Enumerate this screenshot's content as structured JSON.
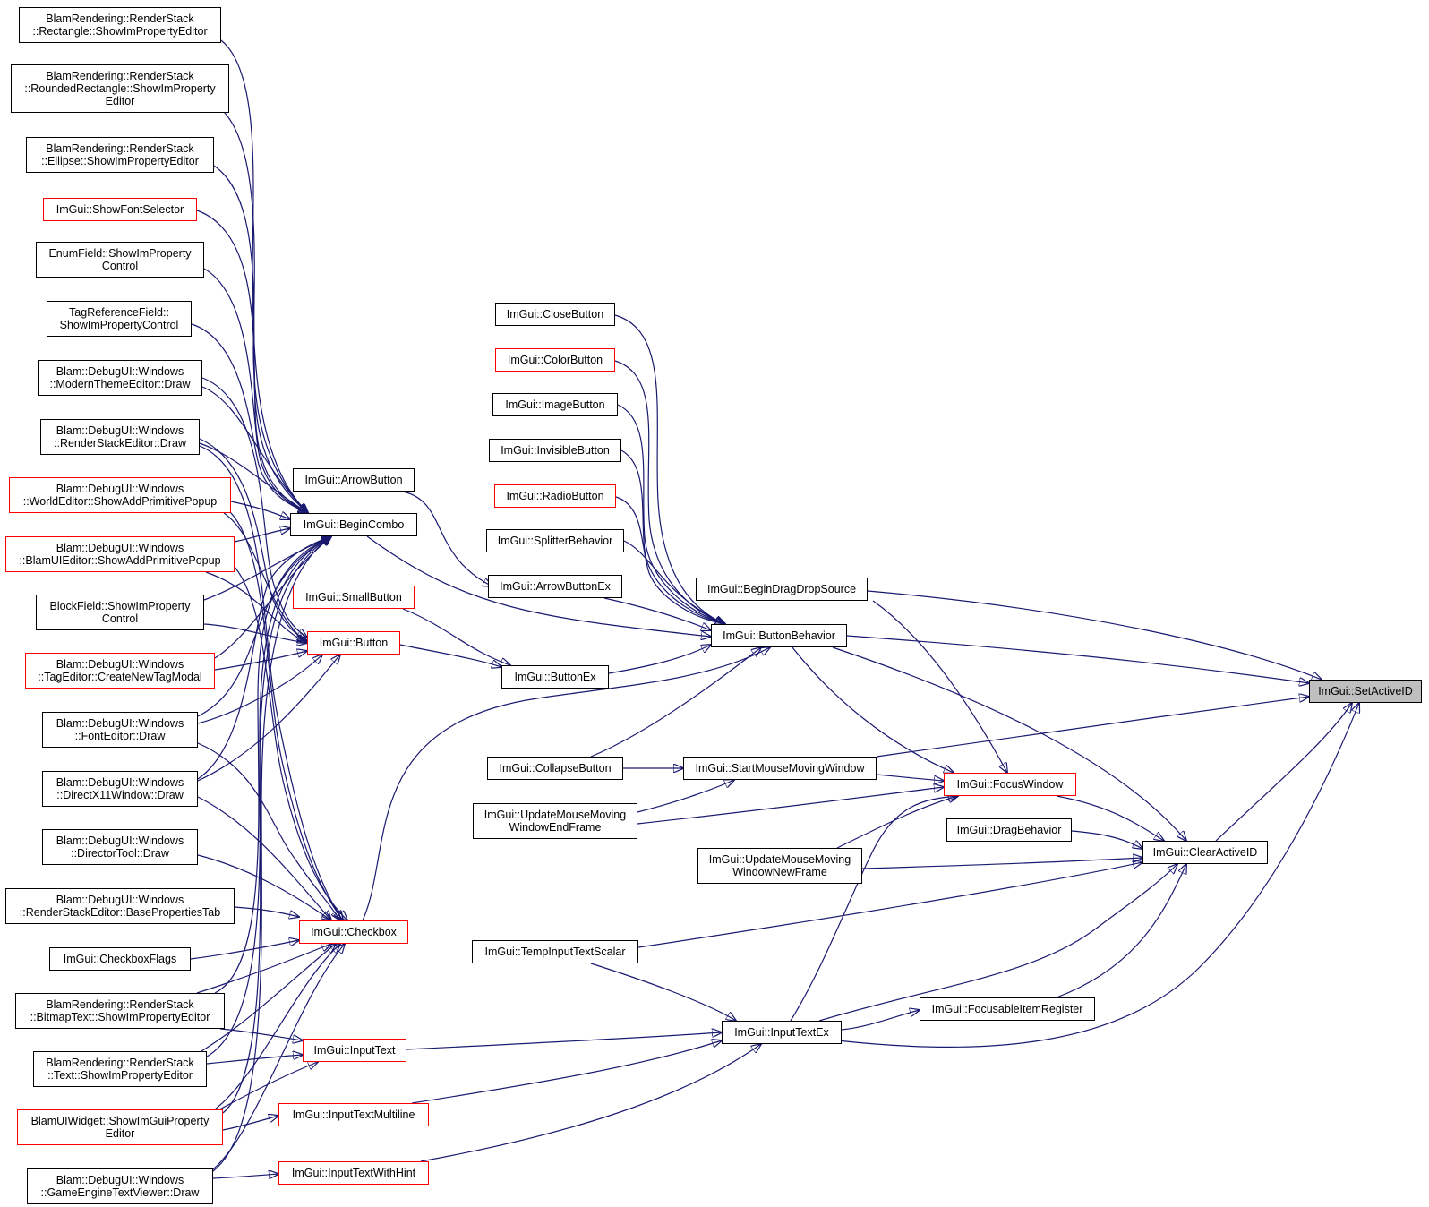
{
  "diagram": {
    "colors": {
      "edge": "#191970",
      "border_normal": "#000000",
      "border_truncated": "#ff0000",
      "root_fill": "#bfbfbf"
    },
    "nodes": {
      "set_active_id": {
        "label": "ImGui::SetActiveID",
        "style": "root"
      },
      "clear_active_id": {
        "label": "ImGui::ClearActiveID",
        "style": "normal"
      },
      "focusable_item_register": {
        "label": "ImGui::FocusableItemRegister",
        "style": "normal"
      },
      "input_text_ex": {
        "label": "ImGui::InputTextEx",
        "style": "normal"
      },
      "focus_window": {
        "label": "ImGui::FocusWindow",
        "style": "red"
      },
      "drag_behavior": {
        "label": "ImGui::DragBehavior",
        "style": "normal"
      },
      "temp_input_text_scalar": {
        "label": "ImGui::TempInputTextScalar",
        "style": "normal"
      },
      "update_mouse_moving_window_new_frame": {
        "label": "ImGui::UpdateMouseMoving\nWindowNewFrame",
        "style": "normal"
      },
      "update_mouse_moving_window_end_frame": {
        "label": "ImGui::UpdateMouseMoving\nWindowEndFrame",
        "style": "normal"
      },
      "start_mouse_moving_window": {
        "label": "ImGui::StartMouseMovingWindow",
        "style": "normal"
      },
      "collapse_button": {
        "label": "ImGui::CollapseButton",
        "style": "normal"
      },
      "button_behavior": {
        "label": "ImGui::ButtonBehavior",
        "style": "normal"
      },
      "begin_drag_drop_source": {
        "label": "ImGui::BeginDragDropSource",
        "style": "normal"
      },
      "close_button": {
        "label": "ImGui::CloseButton",
        "style": "normal"
      },
      "color_button": {
        "label": "ImGui::ColorButton",
        "style": "red"
      },
      "image_button": {
        "label": "ImGui::ImageButton",
        "style": "normal"
      },
      "invisible_button": {
        "label": "ImGui::InvisibleButton",
        "style": "normal"
      },
      "radio_button": {
        "label": "ImGui::RadioButton",
        "style": "red"
      },
      "splitter_behavior": {
        "label": "ImGui::SplitterBehavior",
        "style": "normal"
      },
      "arrow_button_ex": {
        "label": "ImGui::ArrowButtonEx",
        "style": "normal"
      },
      "arrow_button": {
        "label": "ImGui::ArrowButton",
        "style": "normal"
      },
      "button_ex": {
        "label": "ImGui::ButtonEx",
        "style": "normal"
      },
      "small_button": {
        "label": "ImGui::SmallButton",
        "style": "red"
      },
      "button": {
        "label": "ImGui::Button",
        "style": "red"
      },
      "begin_combo": {
        "label": "ImGui::BeginCombo",
        "style": "normal"
      },
      "checkbox": {
        "label": "ImGui::Checkbox",
        "style": "red"
      },
      "input_text": {
        "label": "ImGui::InputText",
        "style": "red"
      },
      "input_text_multiline": {
        "label": "ImGui::InputTextMultiline",
        "style": "red"
      },
      "input_text_with_hint": {
        "label": "ImGui::InputTextWithHint",
        "style": "red"
      },
      "rs_rectangle": {
        "label": "BlamRendering::RenderStack\n::Rectangle::ShowImPropertyEditor",
        "style": "normal"
      },
      "rs_rounded_rectangle": {
        "label": "BlamRendering::RenderStack\n::RoundedRectangle::ShowImProperty\nEditor",
        "style": "normal"
      },
      "rs_ellipse": {
        "label": "BlamRendering::RenderStack\n::Ellipse::ShowImPropertyEditor",
        "style": "normal"
      },
      "show_font_selector": {
        "label": "ImGui::ShowFontSelector",
        "style": "red"
      },
      "enum_field": {
        "label": "EnumField::ShowImProperty\nControl",
        "style": "normal"
      },
      "tag_reference_field": {
        "label": "TagReferenceField::\nShowImPropertyControl",
        "style": "normal"
      },
      "modern_theme_editor": {
        "label": "Blam::DebugUI::Windows\n::ModernThemeEditor::Draw",
        "style": "normal"
      },
      "render_stack_editor_draw": {
        "label": "Blam::DebugUI::Windows\n::RenderStackEditor::Draw",
        "style": "normal"
      },
      "world_editor_popup": {
        "label": "Blam::DebugUI::Windows\n::WorldEditor::ShowAddPrimitivePopup",
        "style": "red"
      },
      "blamui_editor_popup": {
        "label": "Blam::DebugUI::Windows\n::BlamUIEditor::ShowAddPrimitivePopup",
        "style": "red"
      },
      "block_field": {
        "label": "BlockField::ShowImProperty\nControl",
        "style": "normal"
      },
      "tag_editor_modal": {
        "label": "Blam::DebugUI::Windows\n::TagEditor::CreateNewTagModal",
        "style": "red"
      },
      "font_editor": {
        "label": "Blam::DebugUI::Windows\n::FontEditor::Draw",
        "style": "normal"
      },
      "directx11_window": {
        "label": "Blam::DebugUI::Windows\n::DirectX11Window::Draw",
        "style": "normal"
      },
      "director_tool": {
        "label": "Blam::DebugUI::Windows\n::DirectorTool::Draw",
        "style": "normal"
      },
      "render_stack_base_tab": {
        "label": "Blam::DebugUI::Windows\n::RenderStackEditor::BasePropertiesTab",
        "style": "normal"
      },
      "checkbox_flags": {
        "label": "ImGui::CheckboxFlags",
        "style": "normal"
      },
      "rs_bitmap_text": {
        "label": "BlamRendering::RenderStack\n::BitmapText::ShowImPropertyEditor",
        "style": "normal"
      },
      "rs_text": {
        "label": "BlamRendering::RenderStack\n::Text::ShowImPropertyEditor",
        "style": "normal"
      },
      "blamui_widget": {
        "label": "BlamUIWidget::ShowImGuiProperty\nEditor",
        "style": "red"
      },
      "game_engine_text_viewer": {
        "label": "Blam::DebugUI::Windows\n::GameEngineTextViewer::Draw",
        "style": "normal"
      }
    }
  }
}
